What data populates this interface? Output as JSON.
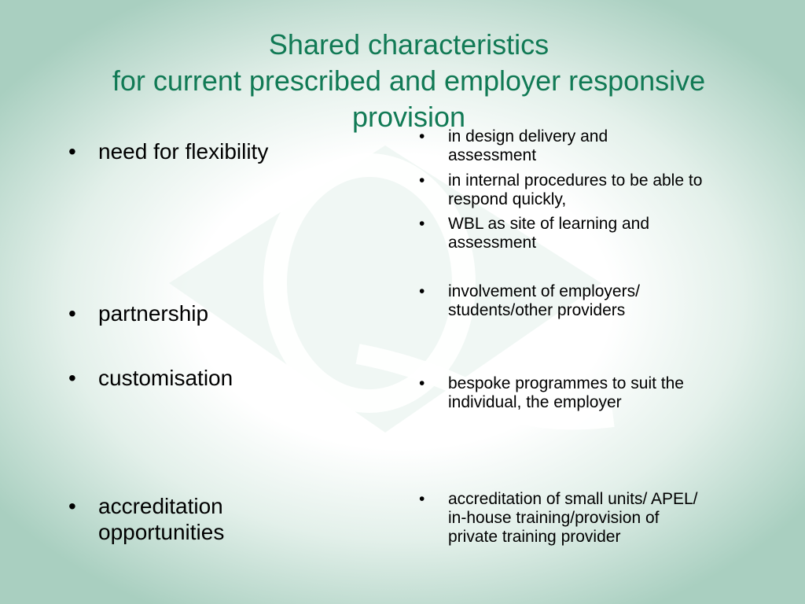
{
  "slide": {
    "title_lines": [
      "Shared  characteristics",
      "for current prescribed and employer responsive",
      "provision"
    ],
    "left_items": [
      "need for flexibility",
      "partnership",
      "customisation",
      "accreditation opportunities"
    ],
    "right_items": [
      "in design delivery and assessment",
      " in internal procedures to be able to respond quickly,",
      "WBL as site of learning and assessment",
      "involvement of employers/ students/other providers",
      "bespoke programmes to suit the individual, the employer",
      "accreditation of small units/ APEL/ in-house training/provision of  private training provider"
    ]
  },
  "colors": {
    "title": "#117a55",
    "background_edge": "#a9cfc0",
    "watermark": "#e8f2ee"
  },
  "icons": {
    "watermark": "diamond-q-logo-watermark"
  }
}
